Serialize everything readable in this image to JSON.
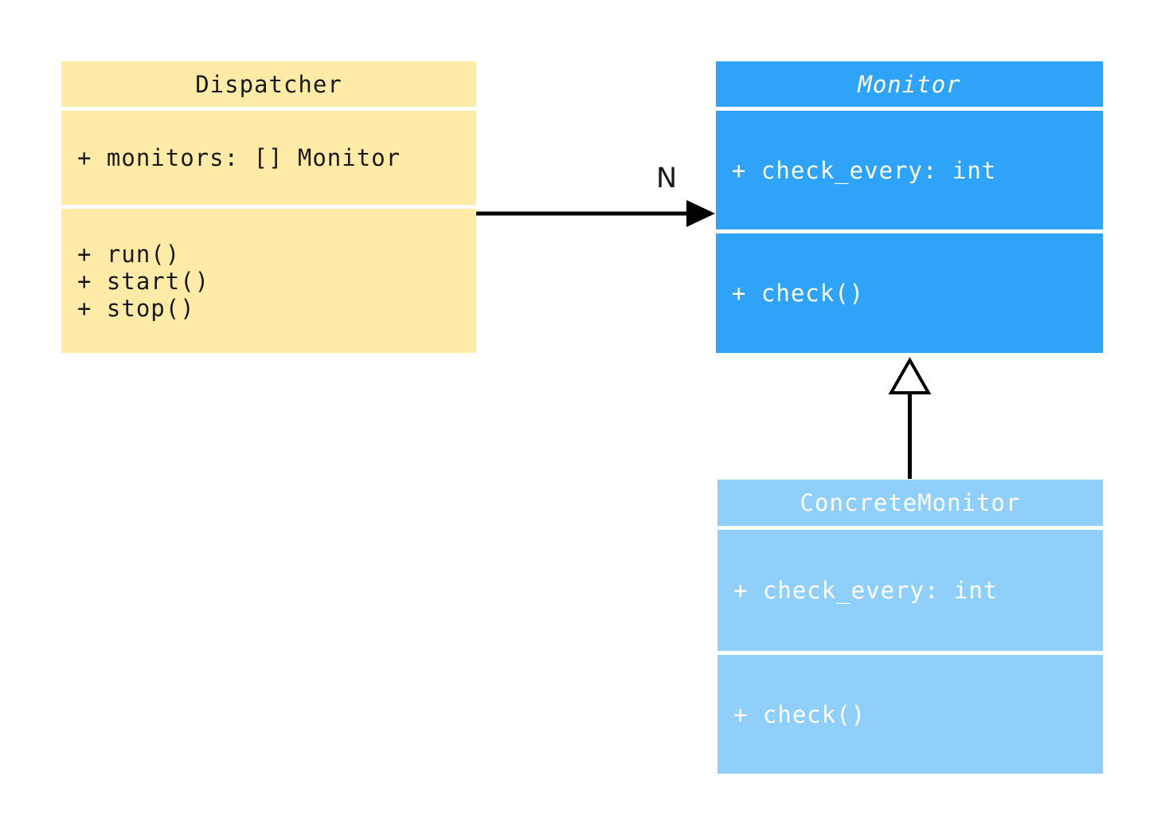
{
  "diagram": {
    "type": "uml-class-diagram",
    "background_color": "#ffffff",
    "classes": [
      {
        "name": "Dispatcher",
        "title_italic": false,
        "fill": "#fdeba7",
        "text_color": "#1a1a1a",
        "attributes": [
          "+ monitors: [] Monitor"
        ],
        "methods": [
          "+ run()",
          "+ start()",
          "+ stop()"
        ]
      },
      {
        "name": "Monitor",
        "title_italic": true,
        "fill": "#2ea3f8",
        "text_color": "#ffffff",
        "attributes": [
          "+ check_every: int"
        ],
        "methods": [
          "+ check()"
        ]
      },
      {
        "name": "ConcreteMonitor",
        "title_italic": false,
        "fill": "#8fcffa",
        "text_color": "#ffffff",
        "attributes": [
          "+ check_every: int"
        ],
        "methods": [
          "+ check()"
        ]
      }
    ],
    "relations": [
      {
        "type": "association",
        "from": "Dispatcher",
        "to": "Monitor",
        "label": "N",
        "arrowhead": "filled",
        "line_color": "#000000"
      },
      {
        "type": "generalization",
        "from": "ConcreteMonitor",
        "to": "Monitor",
        "label": "",
        "arrowhead": "hollow-triangle",
        "line_color": "#000000"
      }
    ]
  }
}
